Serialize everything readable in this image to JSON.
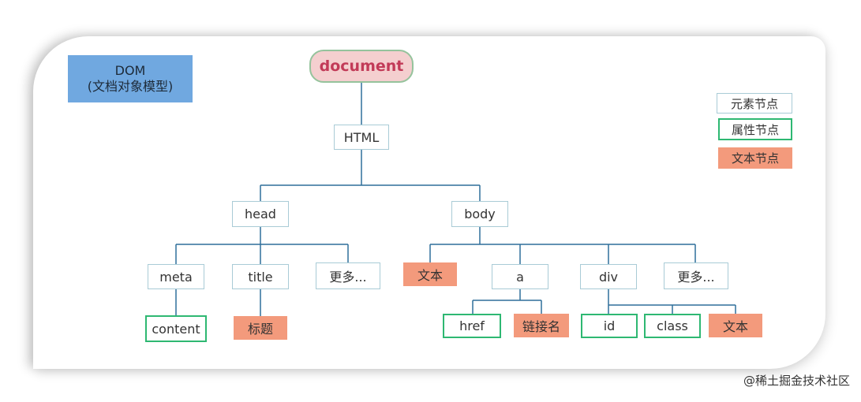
{
  "dom_label": {
    "line1": "DOM",
    "line2": "(文档对象模型)"
  },
  "root": "document",
  "legend": {
    "element": "元素节点",
    "attribute": "属性节点",
    "text": "文本节点"
  },
  "nodes": {
    "html": "HTML",
    "head": "head",
    "body": "body",
    "meta": "meta",
    "title": "title",
    "head_more": "更多...",
    "body_text": "文本",
    "a": "a",
    "div": "div",
    "body_more": "更多...",
    "content": "content",
    "title_text": "标题",
    "href": "href",
    "link_name": "链接名",
    "id": "id",
    "class": "class",
    "div_text": "文本"
  },
  "colors": {
    "element_border": "#a9cbd6",
    "attribute_border": "#2eb872",
    "text_fill": "#f39a7c",
    "connector": "#2f6f9a",
    "document_fill": "#f4cfcf",
    "document_text": "#c23b58",
    "dom_fill": "#70a8e0"
  },
  "watermark": "@稀土掘金技术社区"
}
